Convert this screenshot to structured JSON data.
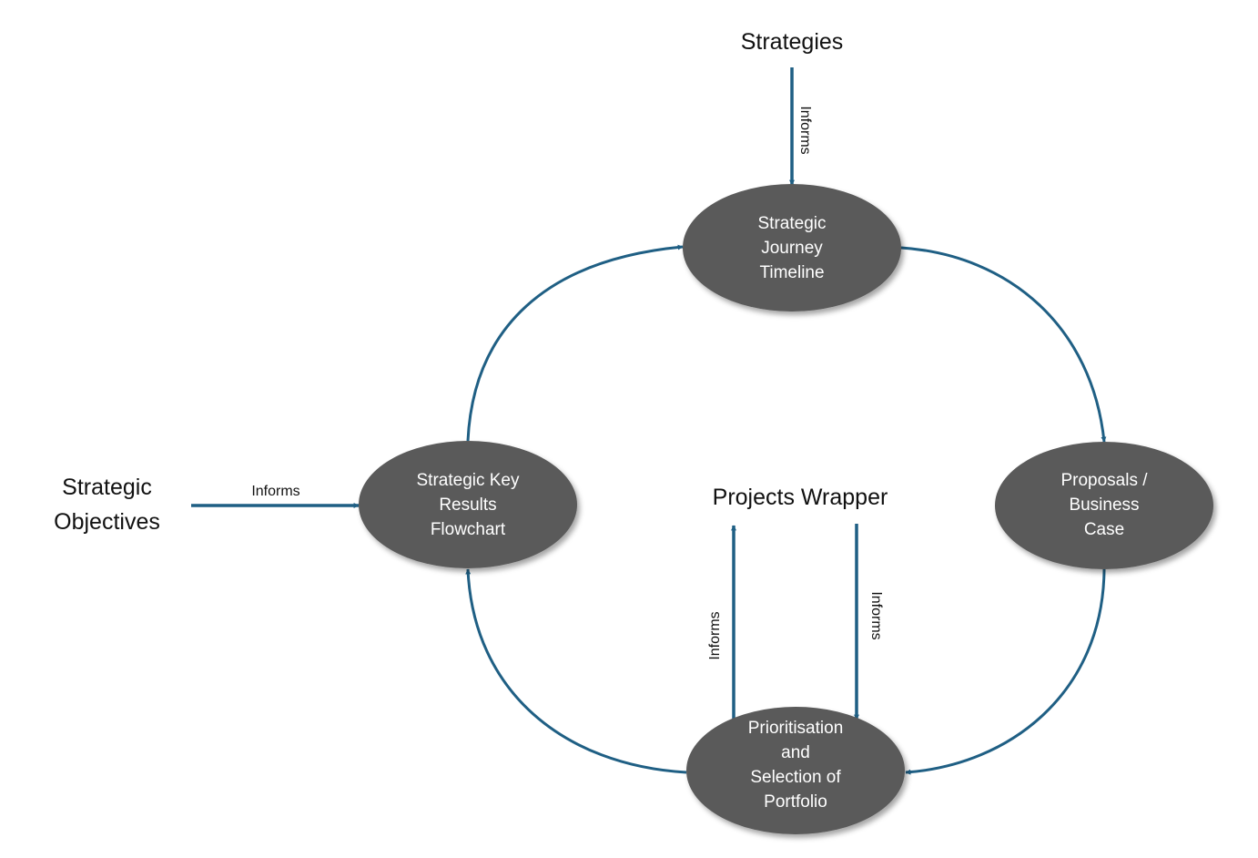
{
  "external": {
    "strategies": "Strategies",
    "objectives_line1": "Strategic",
    "objectives_line2": "Objectives",
    "projects_wrapper": "Projects Wrapper"
  },
  "edge_labels": {
    "strategies_to_journey": "Informs",
    "objectives_to_key_results": "Informs",
    "prioritisation_to_wrapper": "Informs",
    "wrapper_to_prioritisation": "Informs"
  },
  "nodes": {
    "journey": [
      "Strategic",
      "Journey",
      "Timeline"
    ],
    "proposals": [
      "Proposals /",
      "Business",
      "Case"
    ],
    "prioritisation": [
      "Prioritisation",
      "and",
      "Selection of",
      "Portfolio"
    ],
    "key_results": [
      "Strategic Key",
      "Results",
      "Flowchart"
    ]
  },
  "colors": {
    "node_fill": "#5a5a5a",
    "arrow": "#1f5f84"
  }
}
